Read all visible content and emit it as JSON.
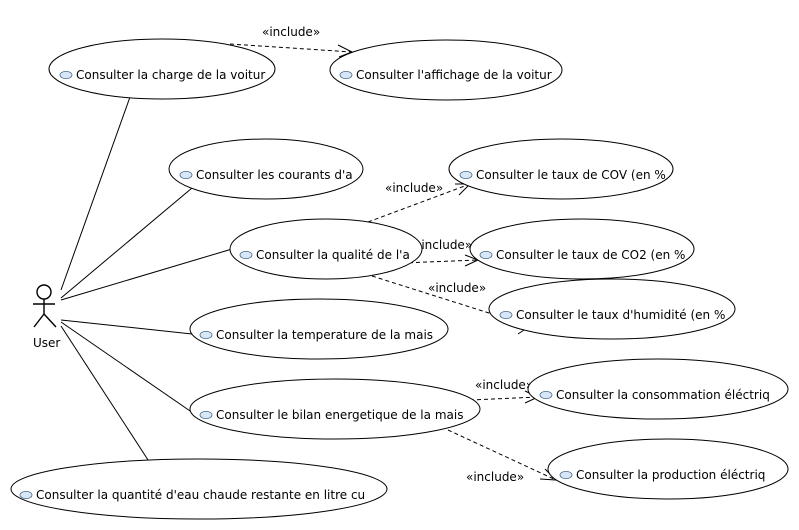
{
  "actor": {
    "label": "User"
  },
  "stereotype_label": "«include»",
  "use_cases": {
    "charge_voiture": "Consulter la charge de la voitur",
    "affichage_voiture": "Consulter l'affichage de la voitur",
    "courants": "Consulter les courants d'a",
    "qualite_air": "Consulter la qualité de l'a",
    "taux_cov": "Consulter le taux de COV (en %",
    "taux_co2": "Consulter le taux de CO2 (en %",
    "taux_humidite": "Consulter le taux d'humidité (en %",
    "temperature": "Consulter la temperature de la mais",
    "bilan_energetique": "Consulter le bilan energetique de la mais",
    "consommation": "Consulter la consommation éléctriq",
    "production": "Consulter la production éléctriq",
    "eau_chaude": "Consulter la quantité d'eau chaude restante en litre cu"
  },
  "icons": {
    "use_case": "use-case-icon",
    "actor": "actor-icon"
  }
}
